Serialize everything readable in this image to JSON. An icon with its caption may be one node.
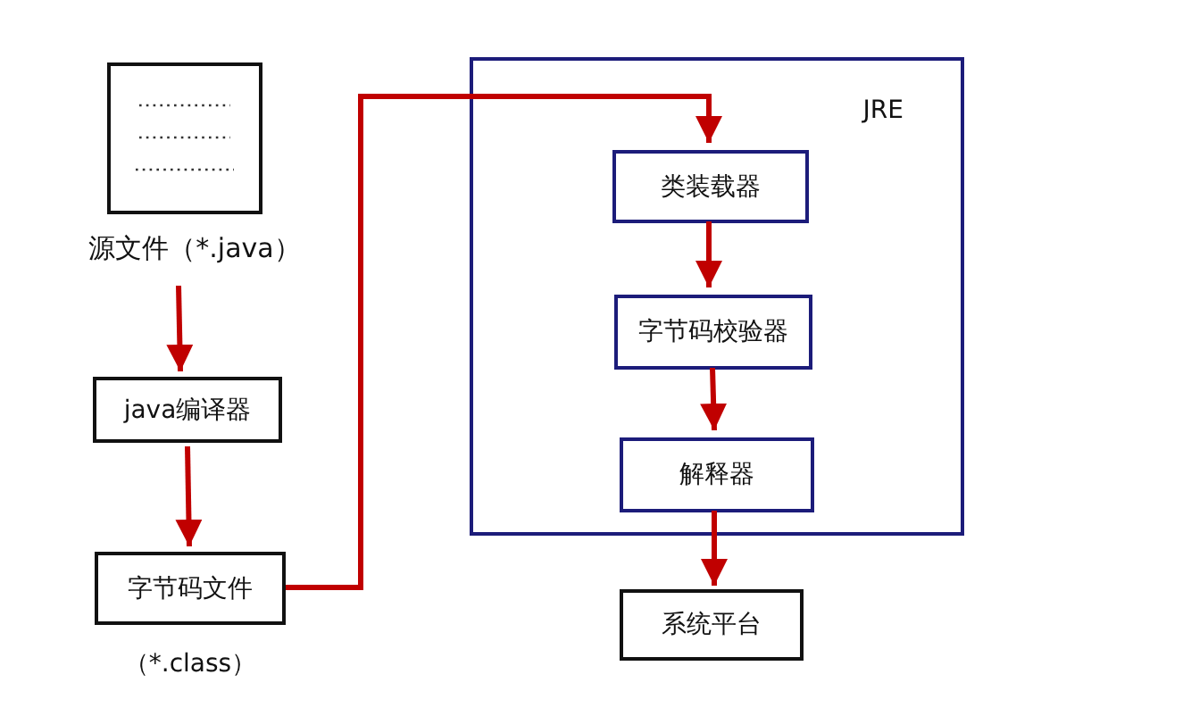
{
  "diagram": {
    "nodes": [
      {
        "text": [
          "源文件（*.java）"
        ]
      },
      {
        "text": [
          "java编译器"
        ]
      },
      {
        "text": [
          "字节码文件"
        ],
        "beside": [
          "（*.class）"
        ]
      },
      {
        "text": [
          "JRE"
        ]
      },
      {
        "text": [
          "类装载器"
        ],
        "in": 3
      },
      {
        "text": [
          "字节码校验器"
        ],
        "in": 3
      },
      {
        "text": [
          "解释器"
        ],
        "in": 3
      },
      {
        "text": [
          "系统平台"
        ]
      }
    ],
    "edges": [
      {
        "from": 0,
        "to": 1,
        "arrow": "to"
      },
      {
        "from": 1,
        "to": 2,
        "arrow": "to"
      },
      {
        "from": 2,
        "to": 4,
        "arrow": "to"
      },
      {
        "from": 4,
        "to": 5,
        "arrow": "to"
      },
      {
        "from": 5,
        "to": 6,
        "arrow": "to"
      },
      {
        "from": 6,
        "to": 7,
        "arrow": "to"
      }
    ]
  }
}
